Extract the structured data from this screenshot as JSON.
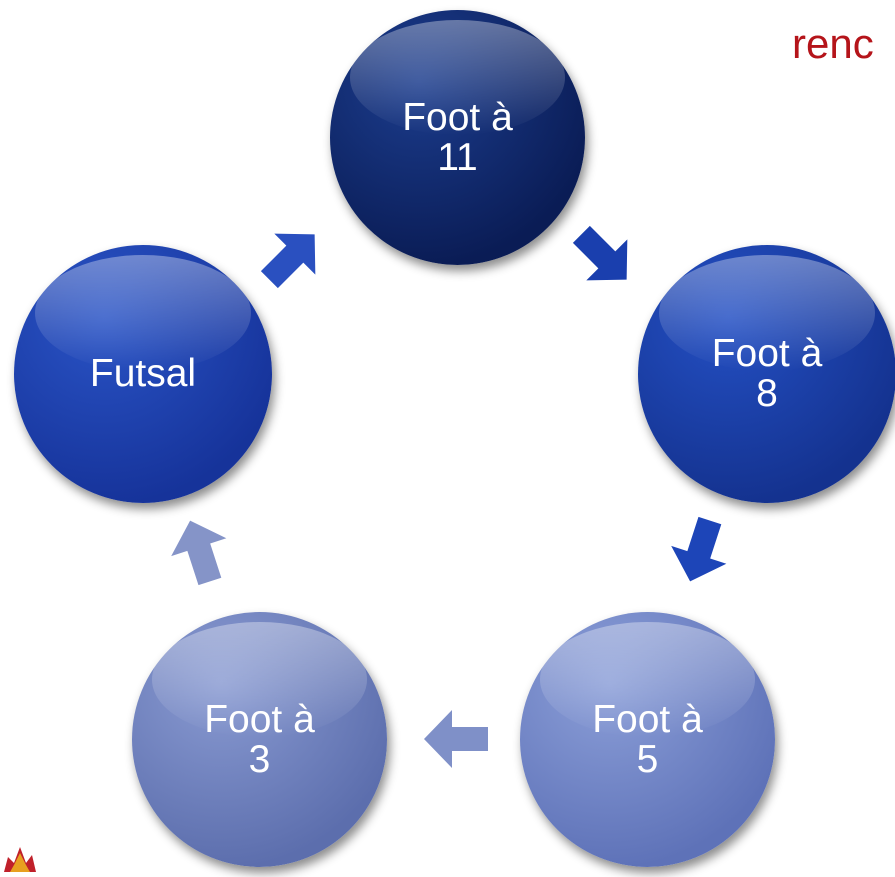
{
  "corner_text": {
    "text": "renc",
    "color": "#b5141a"
  },
  "nodes": [
    {
      "label": "Foot à\n11",
      "color_light": "#1c3d8e",
      "color_dark": "#0a1c55"
    },
    {
      "label": "Foot à\n8",
      "color_light": "#2450c4",
      "color_dark": "#14328f"
    },
    {
      "label": "Foot à\n5",
      "color_light": "#8c9fd8",
      "color_dark": "#5e72b8"
    },
    {
      "label": "Foot à\n3",
      "color_light": "#8a9bd2",
      "color_dark": "#5c6ead"
    },
    {
      "label": "Futsal",
      "color_light": "#2a54c6",
      "color_dark": "#16339a"
    }
  ],
  "arrows": [
    {
      "icon": "arrow-icon",
      "color": "#1a3fae"
    },
    {
      "icon": "arrow-icon",
      "color": "#1d45b8"
    },
    {
      "icon": "arrow-icon",
      "color": "#7f90c8"
    },
    {
      "icon": "arrow-icon",
      "color": "#8594c8"
    },
    {
      "icon": "arrow-icon",
      "color": "#2a50c0"
    }
  ]
}
